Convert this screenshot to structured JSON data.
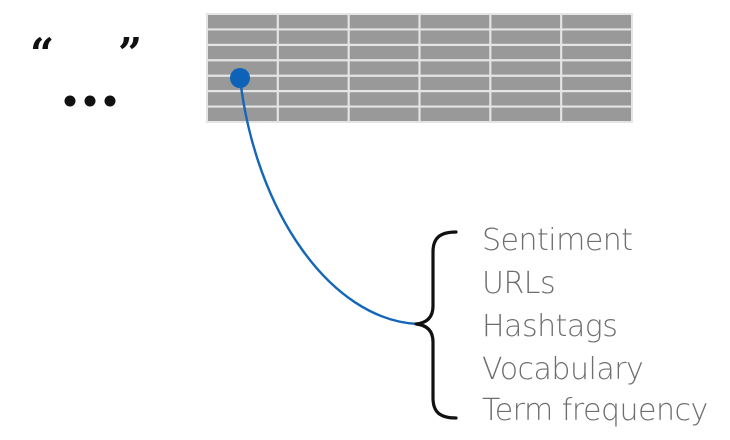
{
  "quote_symbol": {
    "open": "“",
    "close": "”",
    "ellipsis": "•••"
  },
  "grid": {
    "rows": 7,
    "cols": 6,
    "fill_color": "#999999",
    "line_color": "#e4e4e4"
  },
  "connector": {
    "color": "#1566b8",
    "node_color": "#0e63b8"
  },
  "features": [
    "Sentiment",
    "URLs",
    "Hashtags",
    "Vocabulary",
    "Term frequency"
  ]
}
